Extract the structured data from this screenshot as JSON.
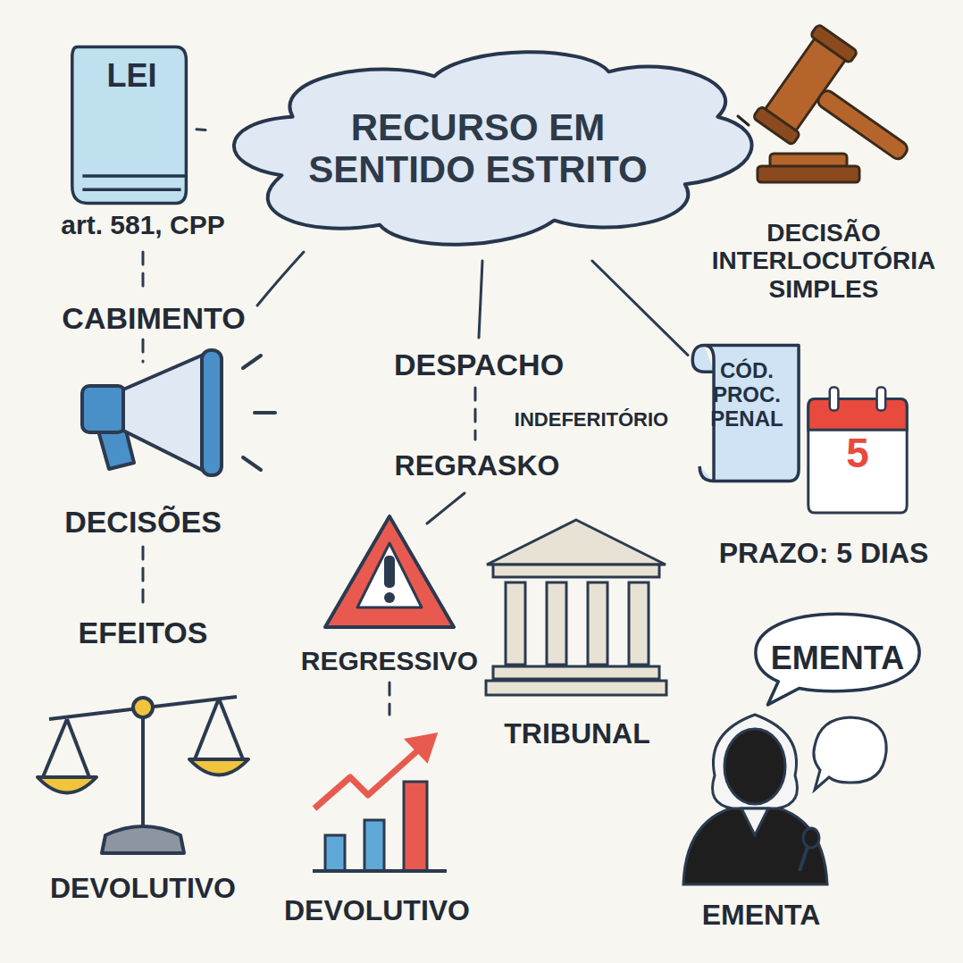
{
  "diagram": {
    "nodes": [
      {
        "text": [
          "RECURSO EM SENTIDO ESTRITO"
        ]
      },
      {
        "text": [
          "LEI"
        ]
      },
      {
        "text": [
          "CÓD. PROC. PENAL"
        ]
      },
      {
        "text": [
          "5"
        ]
      },
      {
        "text": [
          "EMENTA"
        ]
      }
    ],
    "edges": [
      {
        "from": 0,
        "to": 1,
        "arrow": "none"
      },
      {
        "from": 0,
        "to": 2,
        "arrow": "none"
      }
    ],
    "labels": [
      "art. 581, CPP",
      "CABIMENTO",
      "DECISÕES",
      "EFEITOS",
      "DEVOLUTIVO",
      "DESPACHO",
      "INDEFERITÓRIO",
      "REGRASKO",
      "REGRESSIVO",
      "DEVOLUTIVO",
      "TRIBUNAL",
      "DECISÃO INTERLOCUTÓRIA SIMPLES",
      "PRAZO: 5 DIAS",
      "EMENTA"
    ]
  }
}
